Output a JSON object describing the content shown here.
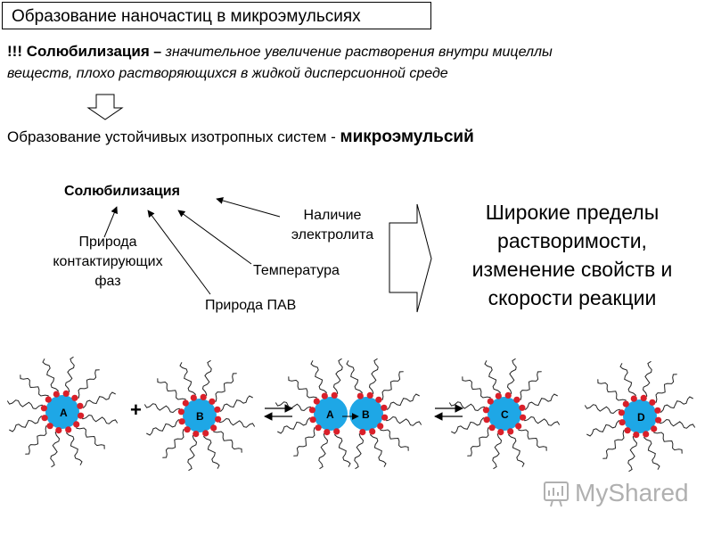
{
  "title": "Образование наночастиц в микроэмульсиях",
  "definition": {
    "prefix": "!!! Солюбилизация",
    "dash": " – ",
    "text_line1": "значительное увеличение растворения внутри мицеллы",
    "text_line2": "веществ, плохо растворяющихся в жидкой дисперсионной среде"
  },
  "formation": {
    "text": "Образование устойчивых изотропных систем - ",
    "bold": "микроэмульсий"
  },
  "factors": {
    "center": "Солюбилизация",
    "phases_line1": "Природа",
    "phases_line2": "контактирующих",
    "phases_line3": "фаз",
    "surfactant": "Природа ПАВ",
    "temperature": "Температура",
    "electrolyte_line1": "Наличие",
    "electrolyte_line2": "электролита"
  },
  "result": {
    "line1": "Широкие пределы",
    "line2": "растворимости,",
    "line3": "изменение свойств и",
    "line4": "скорости реакции"
  },
  "reaction": {
    "plus": "+",
    "micelle_a": "A",
    "micelle_b": "B",
    "fused_a": "A",
    "fused_b": "B",
    "micelle_c": "C",
    "micelle_d": "D"
  },
  "colors": {
    "core": "#1ea7e6",
    "head": "#d9202a",
    "tail": "#222222"
  },
  "watermark": "MyShared"
}
